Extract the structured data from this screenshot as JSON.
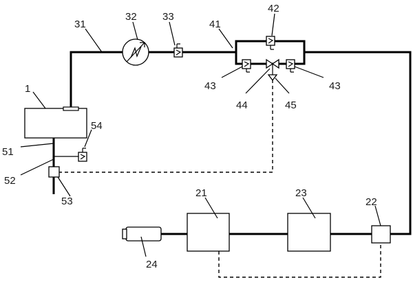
{
  "labels": {
    "tank": "1",
    "pump_unit": "21",
    "valve_box": "22",
    "middle_unit": "23",
    "left_device": "24",
    "pipe_31": "31",
    "pump_32": "32",
    "check_valve_33": "33",
    "branch_41": "41",
    "check_valve_42": "42",
    "check_valve_43_left": "43",
    "check_valve_43_right": "43",
    "valve_44": "44",
    "actuator_45": "45",
    "line_51": "51",
    "line_52": "52",
    "box_53": "53",
    "check_valve_54": "54"
  }
}
